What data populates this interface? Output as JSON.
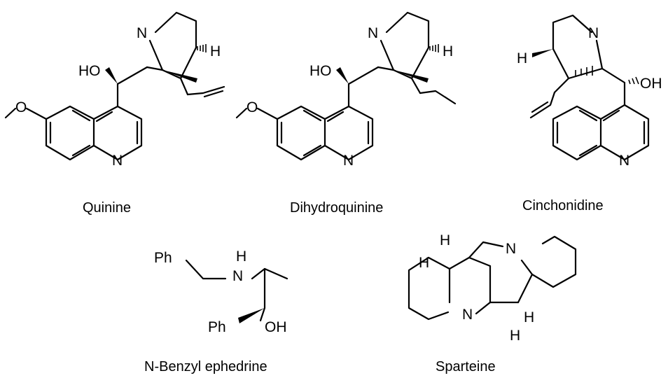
{
  "molecules": [
    {
      "key": "quinine",
      "name": "Quinine",
      "labels": {
        "n": "N",
        "ho": "HO",
        "h": "H",
        "o": "O",
        "nq": "N"
      }
    },
    {
      "key": "dihydroquinine",
      "name": "Dihydroquinine",
      "labels": {
        "n": "N",
        "ho": "HO",
        "h": "H",
        "o": "O",
        "nq": "N"
      }
    },
    {
      "key": "cinchonidine",
      "name": "Cinchonidine",
      "labels": {
        "n": "N",
        "oh": "OH",
        "h": "H",
        "nq": "N"
      }
    },
    {
      "key": "n-benzyl-ephedrine",
      "name": "N-Benzyl ephedrine",
      "labels": {
        "nh_h": "H",
        "nh_n": "N",
        "ph1": "Ph",
        "ph2": "Ph",
        "oh": "OH"
      }
    },
    {
      "key": "sparteine",
      "name": "Sparteine",
      "labels": {
        "n1": "N",
        "n2": "N",
        "h1": "H",
        "h2": "H",
        "h3": "H",
        "h4": "H"
      }
    }
  ]
}
